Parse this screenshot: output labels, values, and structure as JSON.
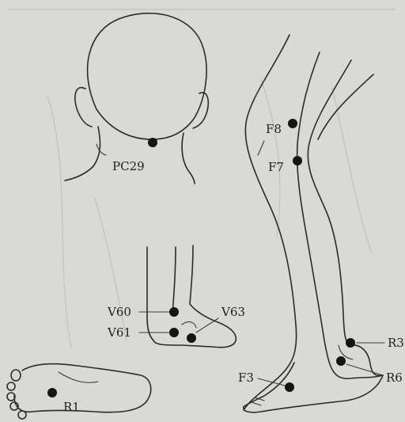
{
  "points": {
    "pc29": "PC29",
    "f8": "F8",
    "f7": "F7",
    "v60": "V60",
    "v61": "V61",
    "v63": "V63",
    "r3": "R3",
    "r6": "R6",
    "f3": "F3",
    "r1": "R1"
  },
  "colors": {
    "paper": "#d9d9d5",
    "ink": "#2b2b2b",
    "point": "#141414"
  }
}
